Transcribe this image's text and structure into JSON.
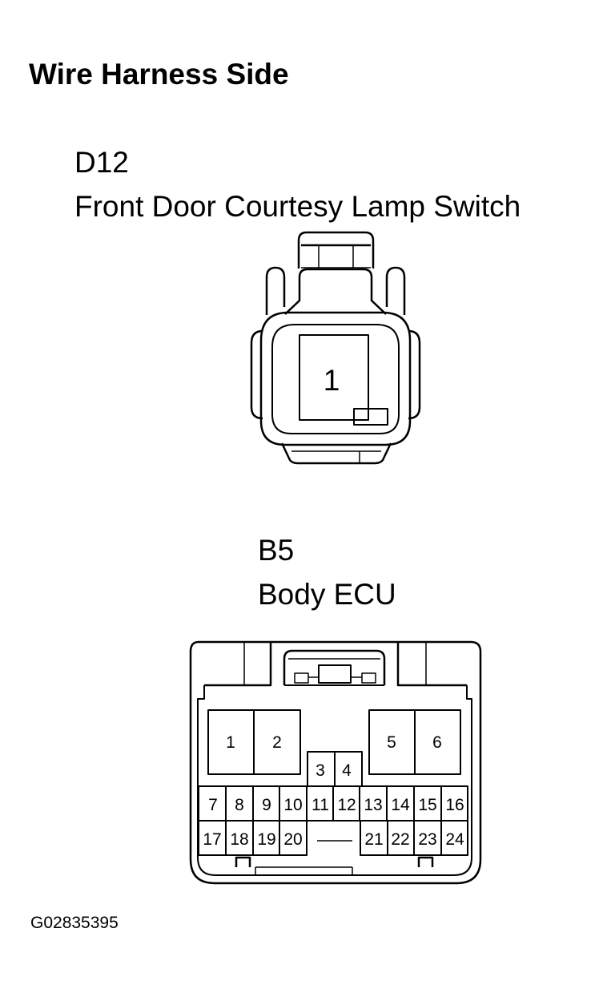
{
  "title": "Wire Harness Side",
  "connectors": [
    {
      "code": "D12",
      "name": "Front Door Courtesy Lamp Switch",
      "pins": [
        "1"
      ]
    },
    {
      "code": "B5",
      "name": "Body ECU",
      "pins": [
        "1",
        "2",
        "3",
        "4",
        "5",
        "6",
        "7",
        "8",
        "9",
        "10",
        "11",
        "12",
        "13",
        "14",
        "15",
        "16",
        "17",
        "18",
        "19",
        "20",
        "21",
        "22",
        "23",
        "24"
      ]
    }
  ],
  "reference_code": "G02835395"
}
